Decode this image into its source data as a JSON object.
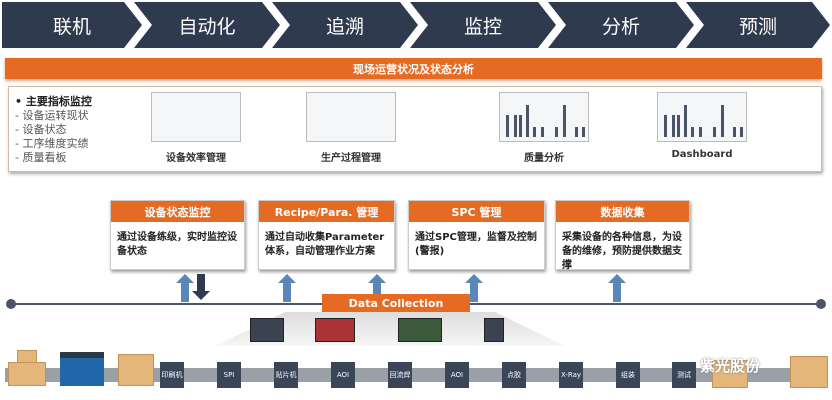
{
  "process_chain": [
    "联机",
    "自动化",
    "追溯",
    "监控",
    "分析",
    "预测"
  ],
  "banner": "现场运营状况及状态分析",
  "panel": {
    "list_heading": "• 主要指标监控",
    "list_items": [
      "- 设备运转现状",
      "- 设备状态",
      "- 工序维度实绩",
      "- 质量看板"
    ],
    "screens": [
      "设备效率管理",
      "生产过程管理",
      "质量分析",
      "Dashboard"
    ]
  },
  "modules": [
    {
      "title": "设备状态监控",
      "body": "通过设备练级，实时监控设备状态"
    },
    {
      "title": "Recipe/Para. 管理",
      "body": "通过自动收集Parameter体系，自动管理作业方案"
    },
    {
      "title": "SPC 管理",
      "body": "通过SPC管理，监督及控制 (警报)"
    },
    {
      "title": "数据收集",
      "body": "采集设备的各种信息，为设备的维修，预防提供数据支撑"
    }
  ],
  "data_collection": "Data Collection",
  "stations": [
    "印刷机",
    "SPI",
    "贴片机",
    "AOI",
    "回流焊",
    "AOI",
    "点胶",
    "X-Ray",
    "组装",
    "测试"
  ],
  "watermark": "紫光股份",
  "colors": {
    "accent": "#e56b25",
    "navy": "#2f3a4e",
    "arrow": "#5b87b8"
  }
}
